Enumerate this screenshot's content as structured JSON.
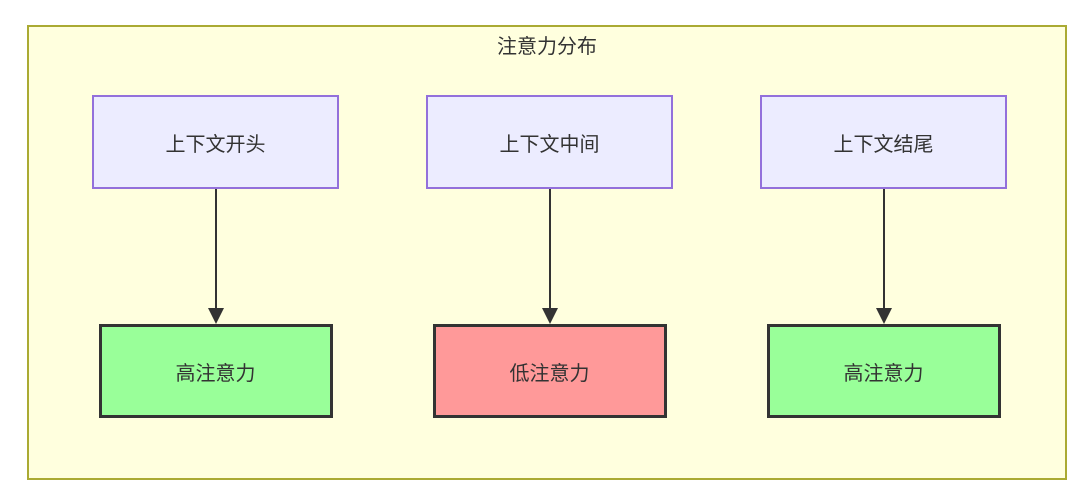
{
  "diagram": {
    "title": "注意力分布",
    "columns": [
      {
        "source": "上下文开头",
        "target": "高注意力",
        "attention": "high"
      },
      {
        "source": "上下文中间",
        "target": "低注意力",
        "attention": "low"
      },
      {
        "source": "上下文结尾",
        "target": "高注意力",
        "attention": "high"
      }
    ],
    "colors": {
      "container_background": "#ffffde",
      "container_border": "#aaaa33",
      "source_node_background": "#ececff",
      "source_node_border": "#9370db",
      "high_attention_background": "#99ff99",
      "low_attention_background": "#ff9999",
      "target_node_border": "#333333",
      "arrow": "#333333",
      "text": "#333333"
    }
  }
}
